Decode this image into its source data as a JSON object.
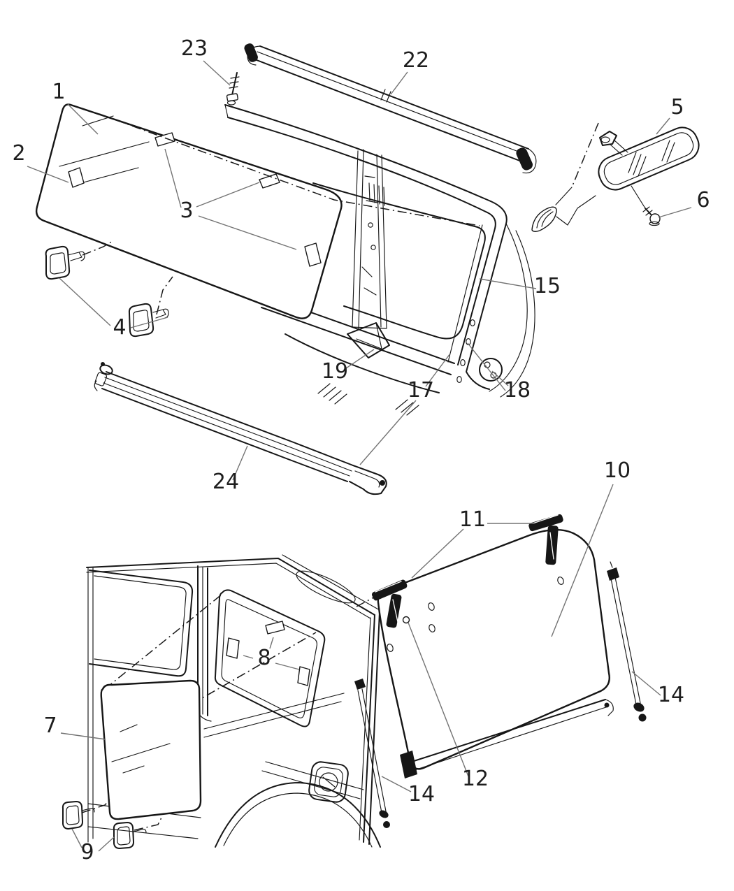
{
  "diagram": {
    "kind": "exploded-parts-line-drawing",
    "colors": {
      "background": "#ffffff",
      "line": "#161616",
      "leader_line": "#737373",
      "label_text": "#1e1e1e"
    },
    "labels": {
      "n1": "1",
      "n2": "2",
      "n3": "3",
      "n4": "4",
      "n5": "5",
      "n6": "6",
      "n7": "7",
      "n8": "8",
      "n9": "9",
      "n10": "10",
      "n11": "11",
      "n12": "12",
      "n14": "14",
      "n15": "15",
      "n17": "17",
      "n18": "18",
      "n19": "19",
      "n22": "22",
      "n23": "23",
      "n24": "24"
    }
  }
}
